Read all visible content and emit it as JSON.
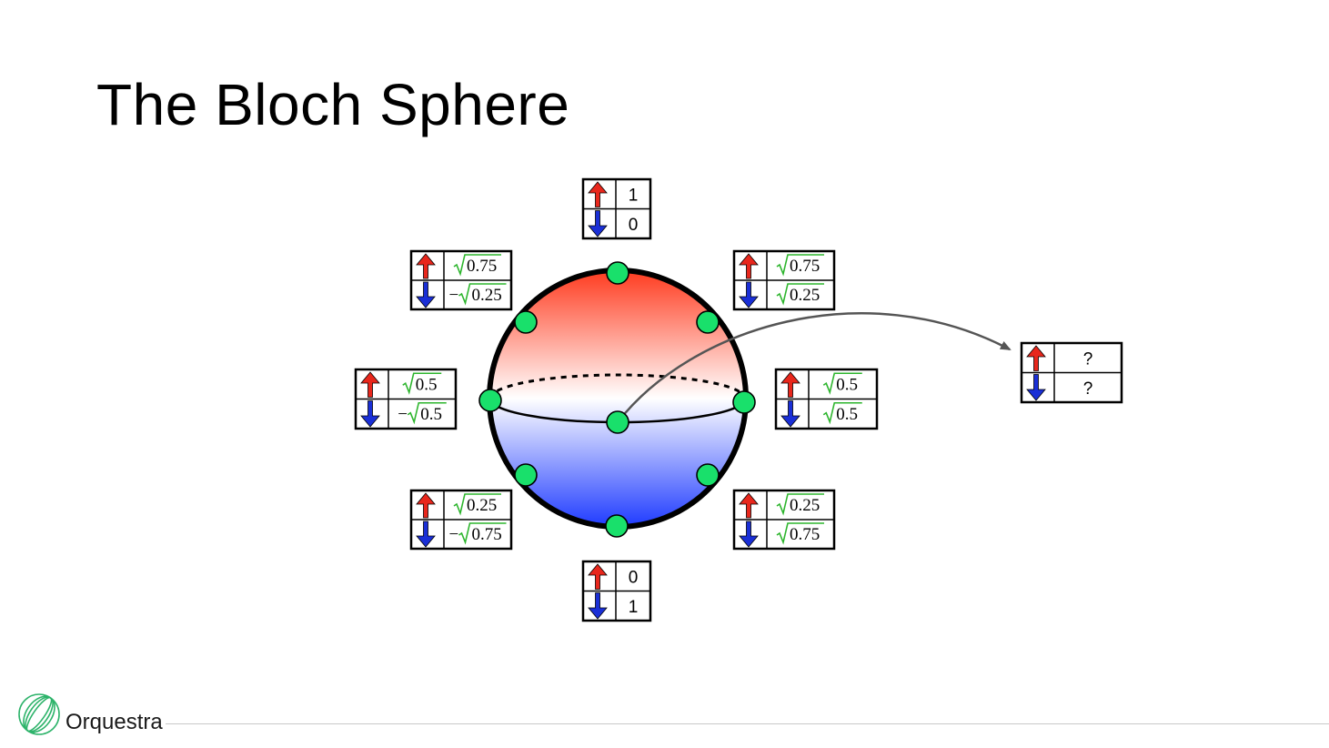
{
  "slide": {
    "title": "The Bloch Sphere"
  },
  "colors": {
    "up_arrow": "#e8271c",
    "down_arrow": "#1a2fd6",
    "state_point": "#19e06b",
    "sphere_top": "#ff3b1f",
    "sphere_bottom": "#1f3bff",
    "sqrt_sign": "#2db52d",
    "arrow_line": "#555555"
  },
  "state_tables": [
    {
      "id": "north",
      "up": {
        "sign": "",
        "sqrt": false,
        "value": "1"
      },
      "down": {
        "sign": "",
        "sqrt": false,
        "value": "0"
      }
    },
    {
      "id": "northeast",
      "up": {
        "sign": "",
        "sqrt": true,
        "value": "0.75"
      },
      "down": {
        "sign": "",
        "sqrt": true,
        "value": "0.25"
      }
    },
    {
      "id": "east",
      "up": {
        "sign": "",
        "sqrt": true,
        "value": "0.5"
      },
      "down": {
        "sign": "",
        "sqrt": true,
        "value": "0.5"
      }
    },
    {
      "id": "southeast",
      "up": {
        "sign": "",
        "sqrt": true,
        "value": "0.25"
      },
      "down": {
        "sign": "",
        "sqrt": true,
        "value": "0.75"
      }
    },
    {
      "id": "south",
      "up": {
        "sign": "",
        "sqrt": false,
        "value": "0"
      },
      "down": {
        "sign": "",
        "sqrt": false,
        "value": "1"
      }
    },
    {
      "id": "southwest",
      "up": {
        "sign": "",
        "sqrt": true,
        "value": "0.25"
      },
      "down": {
        "sign": "−",
        "sqrt": true,
        "value": "0.75"
      }
    },
    {
      "id": "west",
      "up": {
        "sign": "",
        "sqrt": true,
        "value": "0.5"
      },
      "down": {
        "sign": "−",
        "sqrt": true,
        "value": "0.5"
      }
    },
    {
      "id": "northwest",
      "up": {
        "sign": "",
        "sqrt": true,
        "value": "0.75"
      },
      "down": {
        "sign": "−",
        "sqrt": true,
        "value": "0.25"
      }
    },
    {
      "id": "unknown",
      "up": {
        "sign": "",
        "sqrt": false,
        "value": "?"
      },
      "down": {
        "sign": "",
        "sqrt": false,
        "value": "?"
      }
    }
  ],
  "branding": {
    "name": "Orquestra",
    "logo_icon": "orquestra-logo-icon"
  }
}
